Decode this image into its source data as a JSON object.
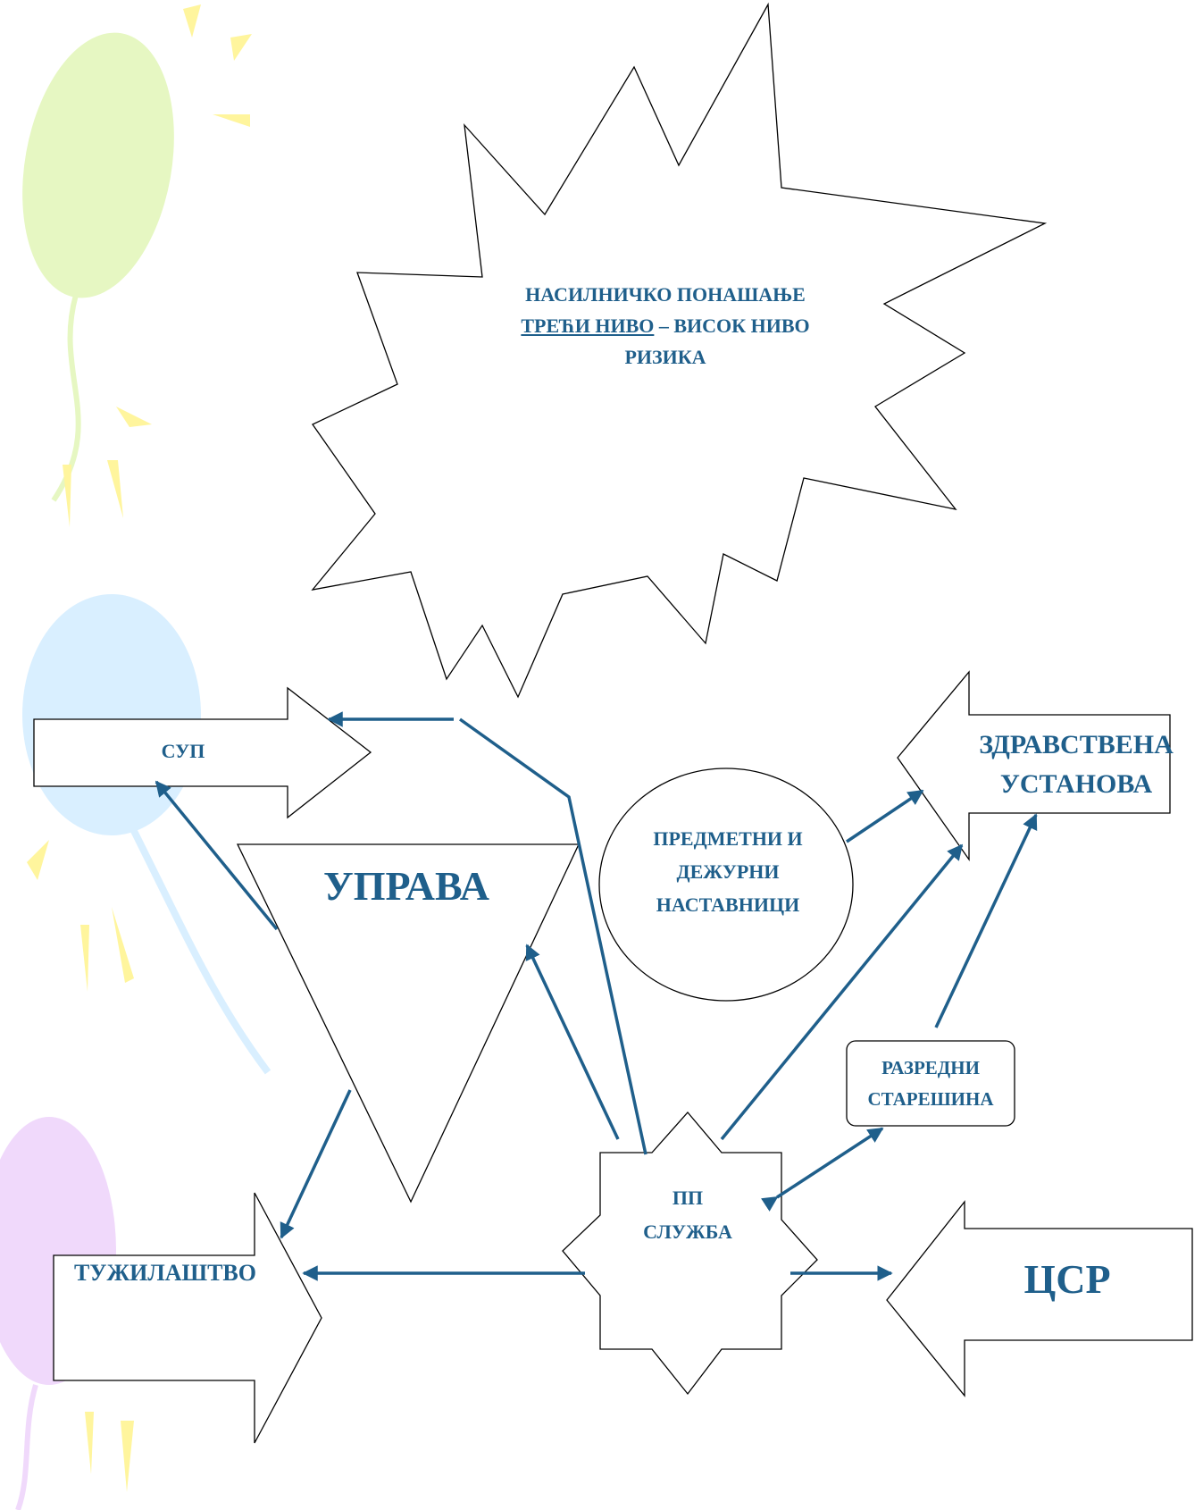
{
  "colors": {
    "accent": "#1f5f8b",
    "outline": "#000000",
    "balloon_green": "#e6f7c2",
    "balloon_blue": "#d9efff",
    "balloon_purple": "#f0d9fb",
    "ray_yellow": "#fff59d"
  },
  "header_burst": {
    "line1": "НАСИЛНИЧКО ПОНАШАЊЕ",
    "line2_underlined": "ТРЕЋИ НИВО",
    "line2_rest": " – ВИСОК НИВО",
    "line3": "РИЗИКА"
  },
  "nodes": {
    "sup": "СУП",
    "uprava": "УПРАВА",
    "teachers": [
      "ПРЕДМЕТНИ И",
      "ДЕЖУРНИ",
      "НАСТАВНИЦИ"
    ],
    "health": [
      "ЗДРАВСТВЕНА",
      "УСТАНОВА"
    ],
    "homeroom": [
      "РАЗРЕДНИ",
      "СТАРЕШИНА"
    ],
    "pp_service": [
      "ПП",
      "СЛУЖБА"
    ],
    "prosecution": "ТУЖИЛАШТВО",
    "csr": "ЦСР"
  }
}
